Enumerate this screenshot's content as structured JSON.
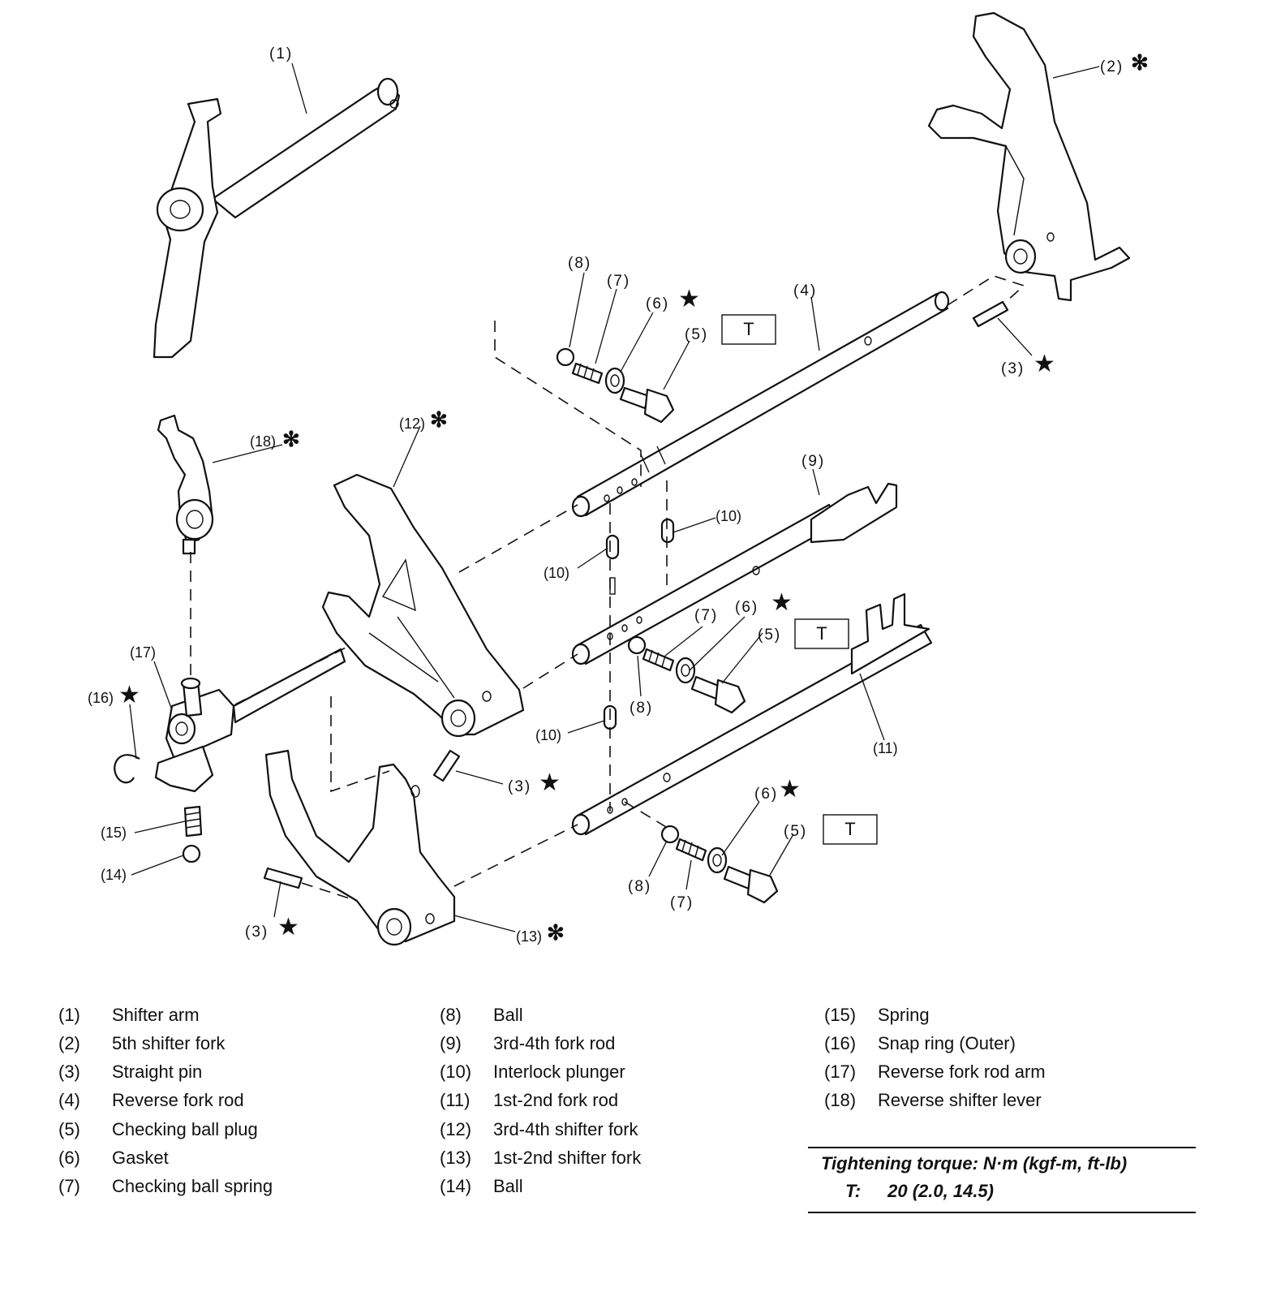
{
  "diagram": {
    "callouts": {
      "c1": "(1)",
      "c2": "(2)",
      "c3a": "(3)",
      "c3b": "(3)",
      "c3c": "(3)",
      "c4": "(4)",
      "c5a": "(5)",
      "c5b": "(5)",
      "c5c": "(5)",
      "c6a": "(6)",
      "c6b": "(6)",
      "c6c": "(6)",
      "c7a": "(7)",
      "c7b": "(7)",
      "c7c": "(7)",
      "c8a": "(8)",
      "c8b": "(8)",
      "c8c": "(8)",
      "c9": "(9)",
      "c10a": "(10)",
      "c10b": "(10)",
      "c10c": "(10)",
      "c11": "(11)",
      "c12": "(12)",
      "c13": "(13)",
      "c14": "(14)",
      "c15": "(15)",
      "c16": "(16)",
      "c17": "(17)",
      "c18": "(18)"
    },
    "star_symbol": "★",
    "asterisk_symbol": "✻",
    "torque_tag": "T"
  },
  "legend": {
    "col1": [
      {
        "num": "(1)",
        "name": "Shifter arm"
      },
      {
        "num": "(2)",
        "name": "5th shifter fork"
      },
      {
        "num": "(3)",
        "name": "Straight pin"
      },
      {
        "num": "(4)",
        "name": "Reverse fork rod"
      },
      {
        "num": "(5)",
        "name": "Checking ball plug"
      },
      {
        "num": "(6)",
        "name": "Gasket"
      },
      {
        "num": "(7)",
        "name": "Checking ball spring"
      }
    ],
    "col2": [
      {
        "num": "(8)",
        "name": "Ball"
      },
      {
        "num": "(9)",
        "name": "3rd-4th fork rod"
      },
      {
        "num": "(10)",
        "name": "Interlock plunger"
      },
      {
        "num": "(11)",
        "name": "1st-2nd fork rod"
      },
      {
        "num": "(12)",
        "name": "3rd-4th shifter fork"
      },
      {
        "num": "(13)",
        "name": "1st-2nd shifter fork"
      },
      {
        "num": "(14)",
        "name": "Ball"
      }
    ],
    "col3": [
      {
        "num": "(15)",
        "name": "Spring"
      },
      {
        "num": "(16)",
        "name": "Snap ring (Outer)"
      },
      {
        "num": "(17)",
        "name": "Reverse fork rod arm"
      },
      {
        "num": "(18)",
        "name": "Reverse shifter lever"
      }
    ]
  },
  "torque": {
    "title": "Tightening torque: N·m (kgf-m, ft-lb)",
    "label": "T:",
    "value": "20 (2.0, 14.5)"
  }
}
